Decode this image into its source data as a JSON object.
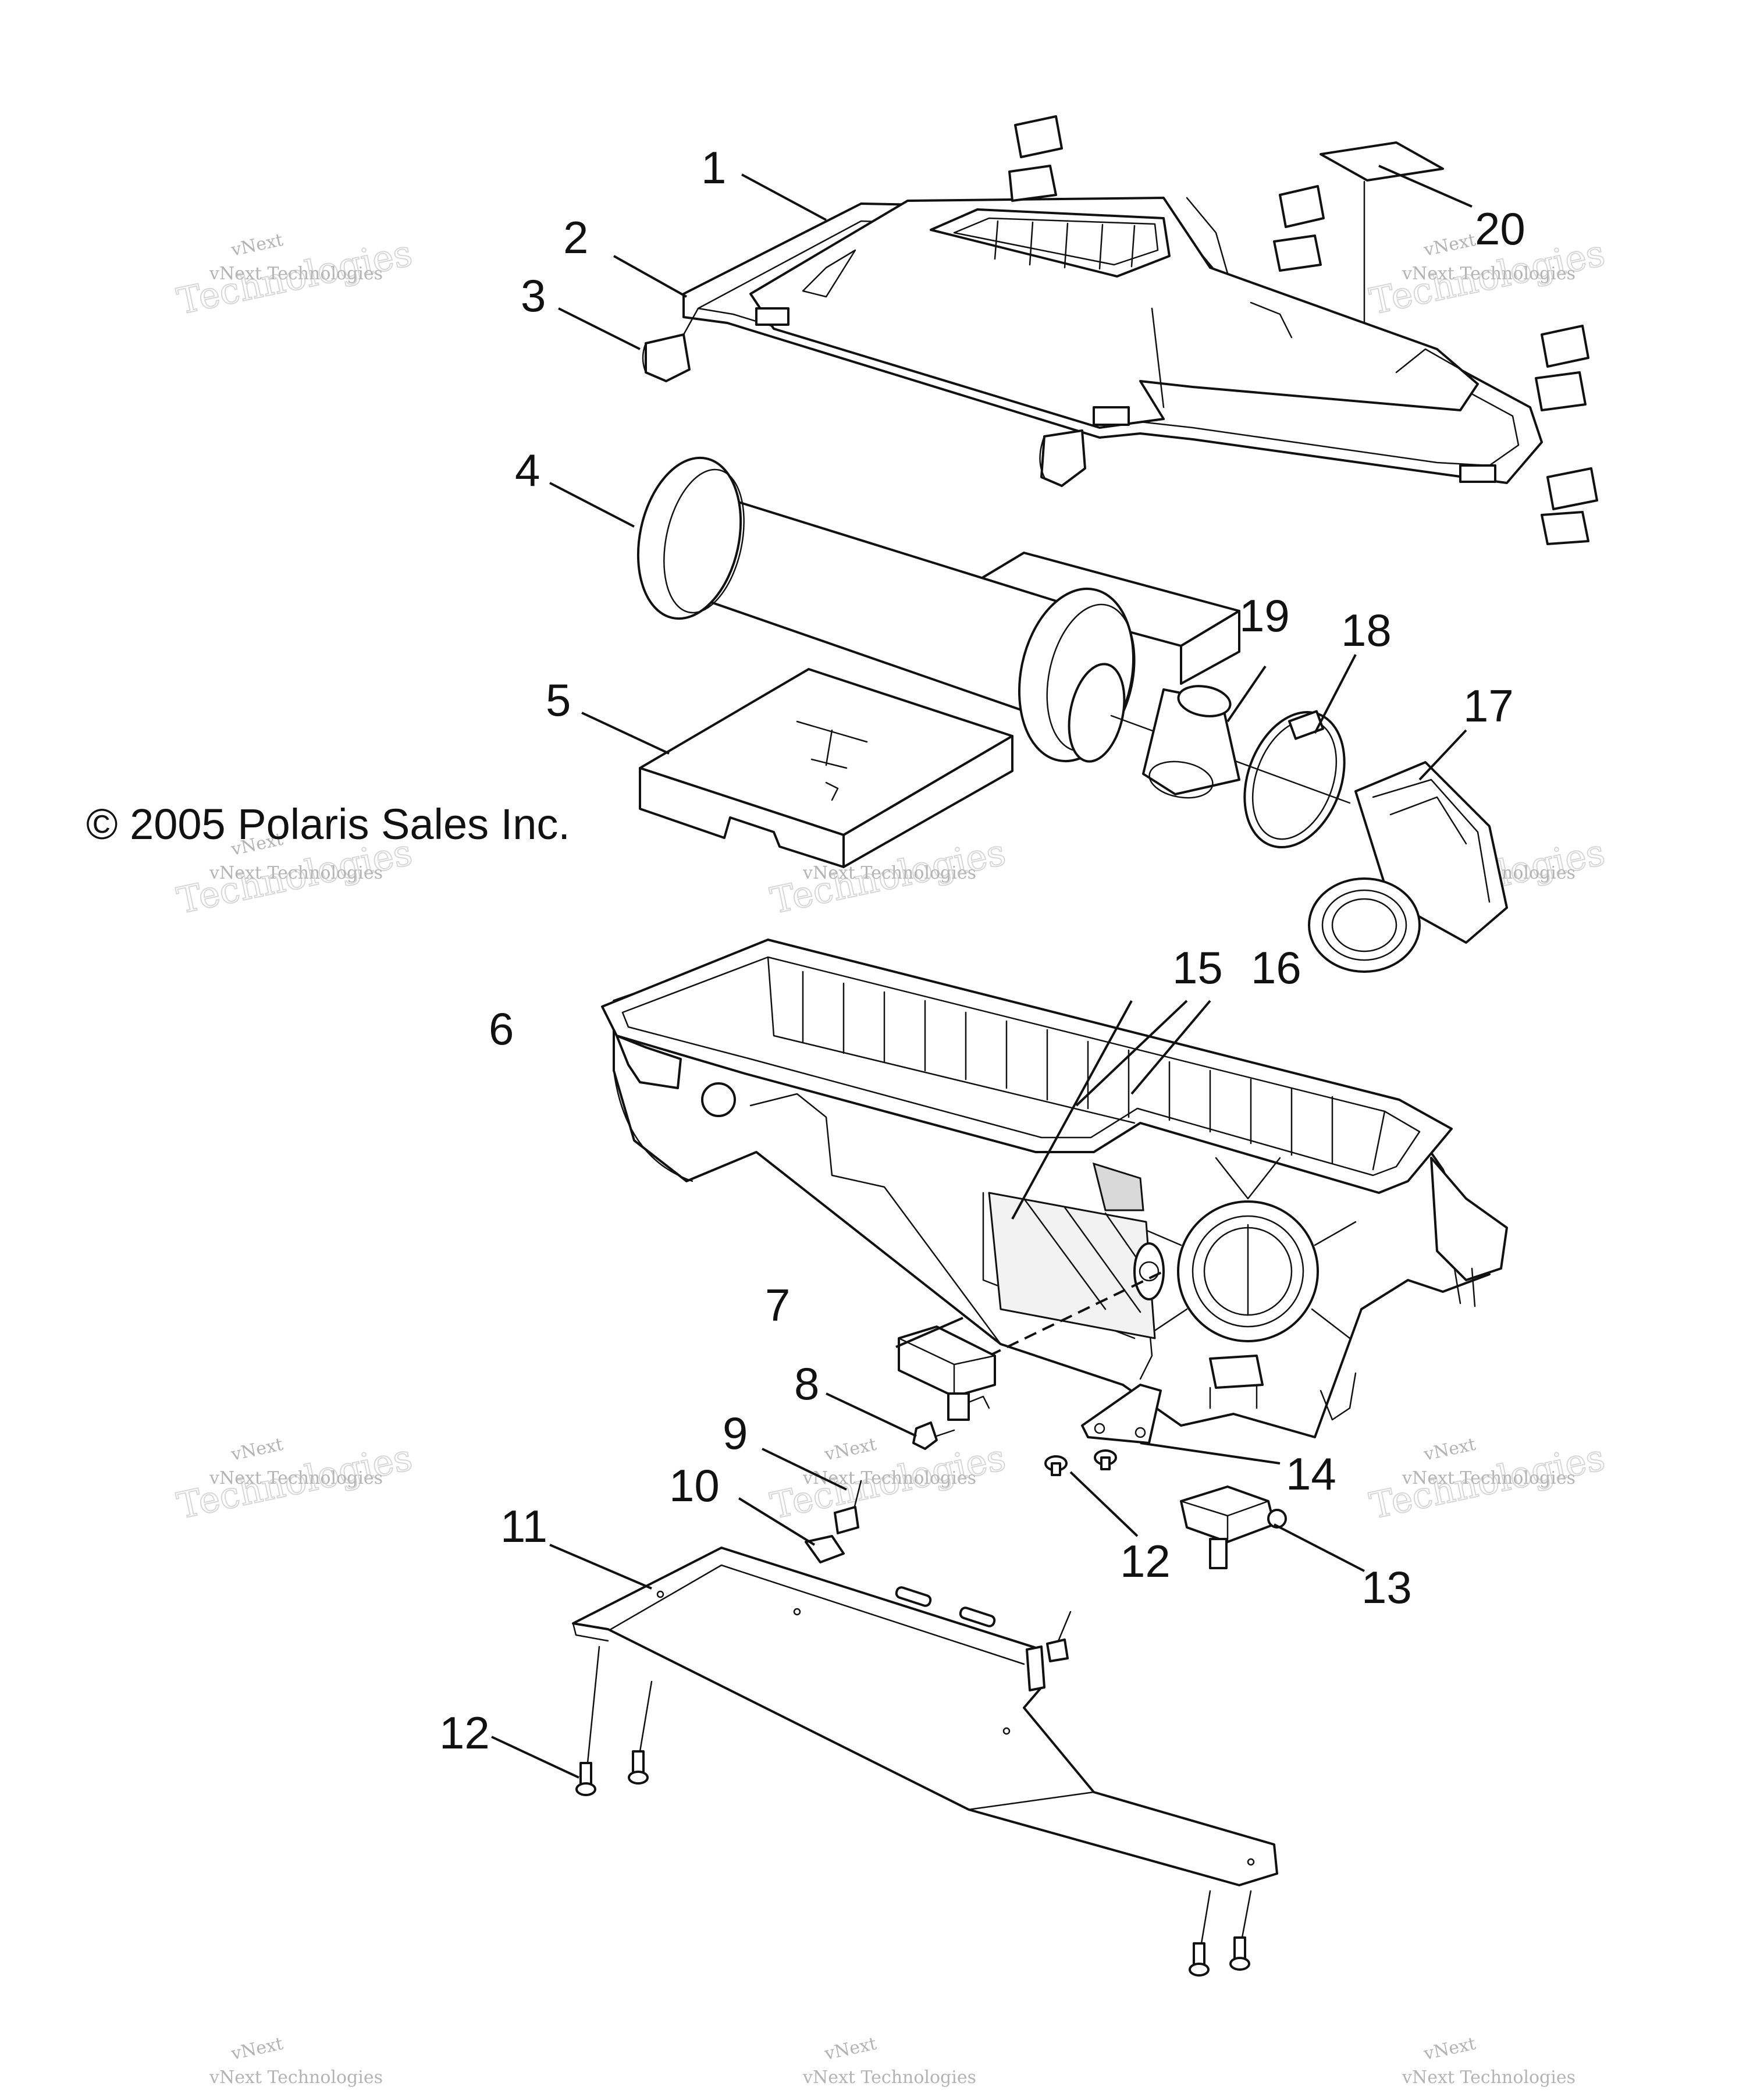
{
  "copyright": "© 2005 Polaris Sales Inc.",
  "watermark": {
    "brand_line": "vNext Technologies",
    "big_word": "Technologies",
    "script_word": "vNext"
  },
  "callouts": {
    "c1": "1",
    "c2": "2",
    "c3": "3",
    "c4": "4",
    "c5": "5",
    "c6": "6",
    "c7": "7",
    "c8": "8",
    "c9": "9",
    "c10": "10",
    "c11": "11",
    "c12a": "12",
    "c12b": "12",
    "c13": "13",
    "c14": "14",
    "c15": "15",
    "c16": "16",
    "c17": "17",
    "c18": "18",
    "c19": "19",
    "c20": "20"
  },
  "colors": {
    "line": "#111111",
    "watermark": "#9a9a9a",
    "background": "#ffffff"
  }
}
